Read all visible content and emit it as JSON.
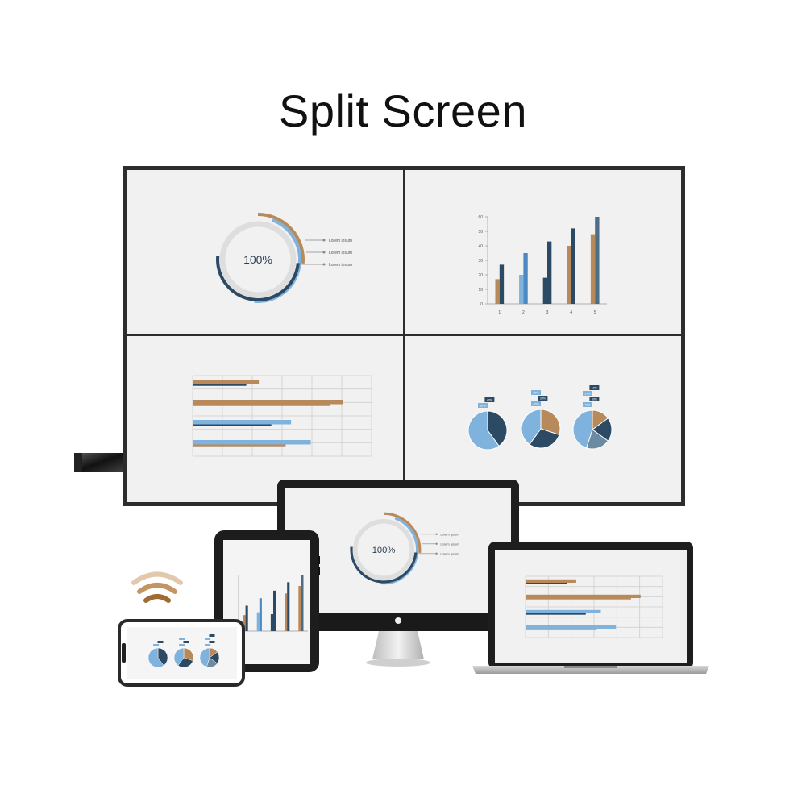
{
  "title": "Split Screen",
  "colors": {
    "dark_navy": "#2c4a63",
    "tan": "#b8895a",
    "light_blue": "#7fb2dd",
    "mid_blue": "#4e88c2",
    "ring_gray": "#dedede",
    "panel_bg": "#f1f1f1",
    "frame": "#2d2d2d"
  },
  "donut": {
    "center_label": "100%",
    "legend": [
      "Lorem ipsum",
      "Lorem ipsum",
      "Lorem ipsum"
    ]
  },
  "mini_donut": {
    "center_label": "100%",
    "legend": [
      "Lorem ipsum",
      "Lorem ipsum",
      "Lorem ipsum"
    ]
  },
  "chart_data": [
    {
      "type": "bar",
      "categories": [
        "1",
        "2",
        "3",
        "4",
        "5"
      ],
      "y_ticks": [
        "0",
        "10",
        "20",
        "30",
        "40",
        "50",
        "60"
      ],
      "ylim": [
        0,
        60
      ],
      "series": [
        {
          "values": [
            17,
            20,
            18,
            40,
            48
          ],
          "color": "#b8895a"
        },
        {
          "values": [
            27,
            35,
            43,
            52,
            60
          ],
          "color": "#2c4a63"
        }
      ]
    },
    {
      "type": "bar",
      "orientation": "horizontal",
      "xlim": [
        0,
        100
      ],
      "bars": [
        {
          "value": 37,
          "color": "#b8895a"
        },
        {
          "value": 30,
          "color": "#2c4a63"
        },
        {
          "value": 84,
          "color": "#b8895a"
        },
        {
          "value": 77,
          "color": "#b8895a"
        },
        {
          "value": 55,
          "color": "#7fb2dd"
        },
        {
          "value": 44,
          "color": "#2c4a63"
        },
        {
          "value": 66,
          "color": "#7fb2dd"
        },
        {
          "value": 52,
          "color": "#b8895a"
        }
      ]
    },
    {
      "type": "pie",
      "pies": [
        {
          "slices": [
            40,
            60
          ],
          "colors": [
            "#2c4a63",
            "#7fb2dd"
          ],
          "labels": [
            "60%",
            "40%"
          ]
        },
        {
          "slices": [
            30,
            30,
            40
          ],
          "colors": [
            "#b8895a",
            "#2c4a63",
            "#7fb2dd"
          ],
          "labels": [
            "40%",
            "30%",
            "27%"
          ]
        },
        {
          "slices": [
            15,
            20,
            20,
            45
          ],
          "colors": [
            "#b8895a",
            "#2c4a63",
            "#6d8aa3",
            "#7fb2dd"
          ],
          "labels": [
            "40%",
            "30%",
            "27%",
            "10%"
          ]
        }
      ]
    }
  ]
}
